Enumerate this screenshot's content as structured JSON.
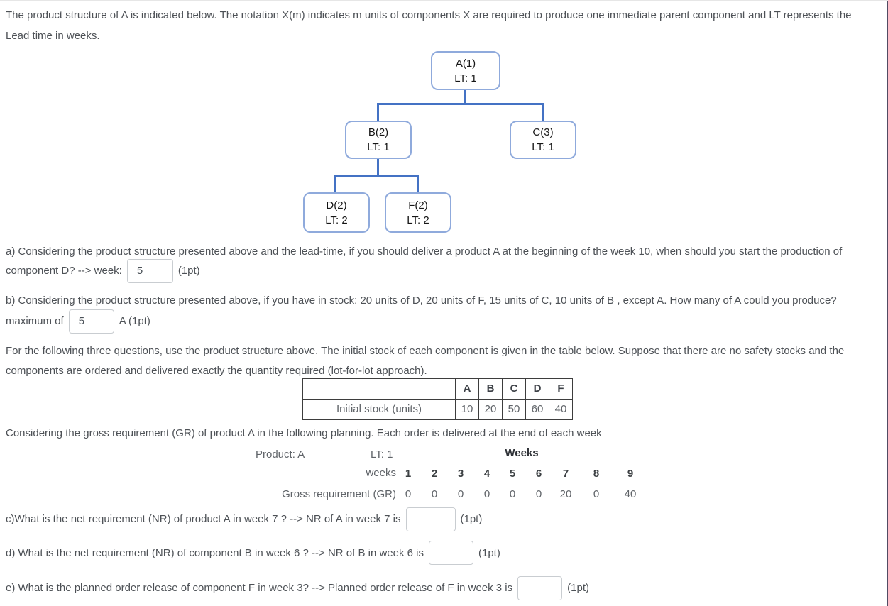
{
  "page": {
    "intro_line1": "The product structure of A is indicated below. The notation X(m) indicates m units of components X are required to produce one immediate parent component and LT represents the",
    "intro_line2": "Lead time in weeks."
  },
  "diagram": {
    "nodes": [
      {
        "id": "A",
        "label": "A(1)",
        "lt": "LT: 1"
      },
      {
        "id": "B",
        "label": "B(2)",
        "lt": "LT: 1"
      },
      {
        "id": "C",
        "label": "C(3)",
        "lt": "LT: 1"
      },
      {
        "id": "D",
        "label": "D(2)",
        "lt": "LT: 2"
      },
      {
        "id": "F",
        "label": "F(2)",
        "lt": "LT: 2"
      }
    ]
  },
  "questions": {
    "a": {
      "line1": "a) Considering the product structure presented above and the lead-time, if you should deliver a product A at the beginning of the week 10, when should you start the production of",
      "prefix": "component D? --> week:",
      "value": "5",
      "points": "(1pt)"
    },
    "b": {
      "line1": "b) Considering the product structure presented above, if you have in stock: 20 units of D, 20 units of F, 15 units of C, 10 units of B , except A. How many of A could you produce?",
      "prefix": "maximum of",
      "value": "5",
      "suffix": "A (1pt)"
    },
    "c": {
      "prefix": "c)What is the net requirement (NR) of product A in week 7 ?  --> NR of A in week 7 is",
      "value": "",
      "points": "(1pt)"
    },
    "d": {
      "prefix": "d) What is the net requirement (NR) of component B in week 6 ? --> NR of B in week 6 is",
      "value": "",
      "points": "(1pt)"
    },
    "e": {
      "prefix": "e) What is the planned order release of component F in week 3? --> Planned order release of F in week 3 is",
      "value": "",
      "points": "(1pt)"
    }
  },
  "middle": {
    "line1": "For the following three questions, use the product structure above. The initial stock of each component is given in the table below. Suppose that there are no safety stocks and the",
    "line2": "components are ordered and delivered exactly the quantity required (lot-for-lot approach)."
  },
  "stock_table": {
    "headers": [
      "A",
      "B",
      "C",
      "D",
      "F"
    ],
    "row_label": "Initial stock (units)",
    "values": [
      "10",
      "20",
      "50",
      "60",
      "40"
    ]
  },
  "gr_line": "Considering the gross requirement (GR) of product A in the following planning. Each order is delivered at the end of each week",
  "planning": {
    "product_label": "Product: A",
    "lt_label": "LT: 1",
    "weeks_header": "Weeks",
    "weeks_row_label": "weeks",
    "gr_row_label": "Gross requirement (GR)",
    "week_numbers": [
      "1",
      "2",
      "3",
      "4",
      "5",
      "6",
      "7",
      "8",
      "9"
    ],
    "gr_values": [
      "0",
      "0",
      "0",
      "0",
      "0",
      "0",
      "20",
      "0",
      "40"
    ]
  },
  "colors": {
    "diagram_line": "#4472C4",
    "node_border": "#8FAADC",
    "input_border": "#C9CDD1",
    "right_edge_line": "#514B63"
  }
}
